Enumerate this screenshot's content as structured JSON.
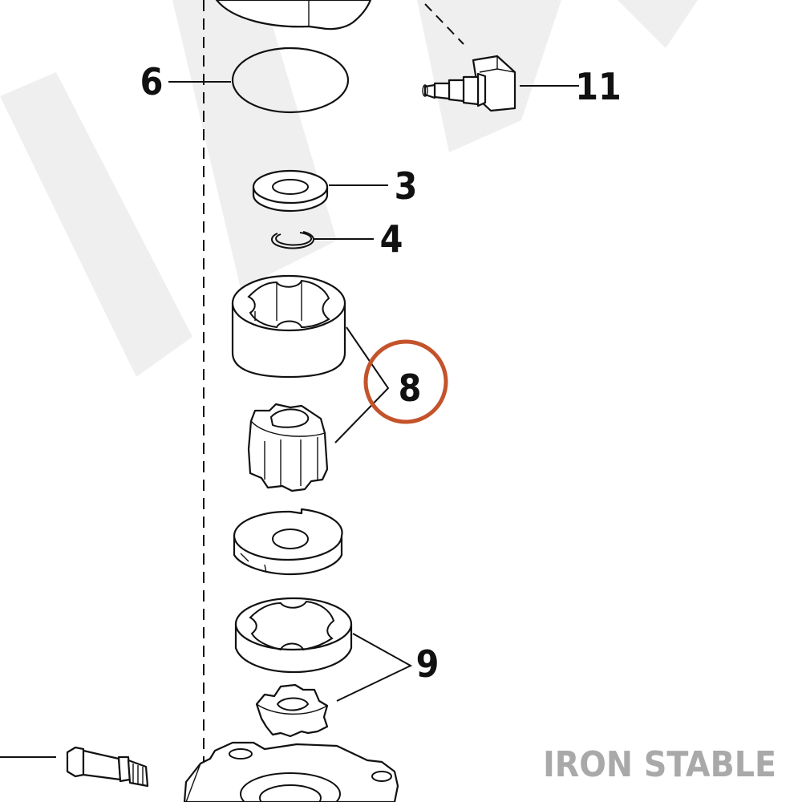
{
  "callouts": {
    "c6": "6",
    "c11": "11",
    "c3": "3",
    "c4": "4",
    "c8": "8",
    "c9": "9"
  },
  "watermark": "IRON STABLE",
  "colors": {
    "ink": "#111111",
    "highlight_ring": "#c4532b",
    "watermark_text": "#a9a9a9",
    "background_watermark": "#efefef"
  },
  "highlighted_callout": "8"
}
